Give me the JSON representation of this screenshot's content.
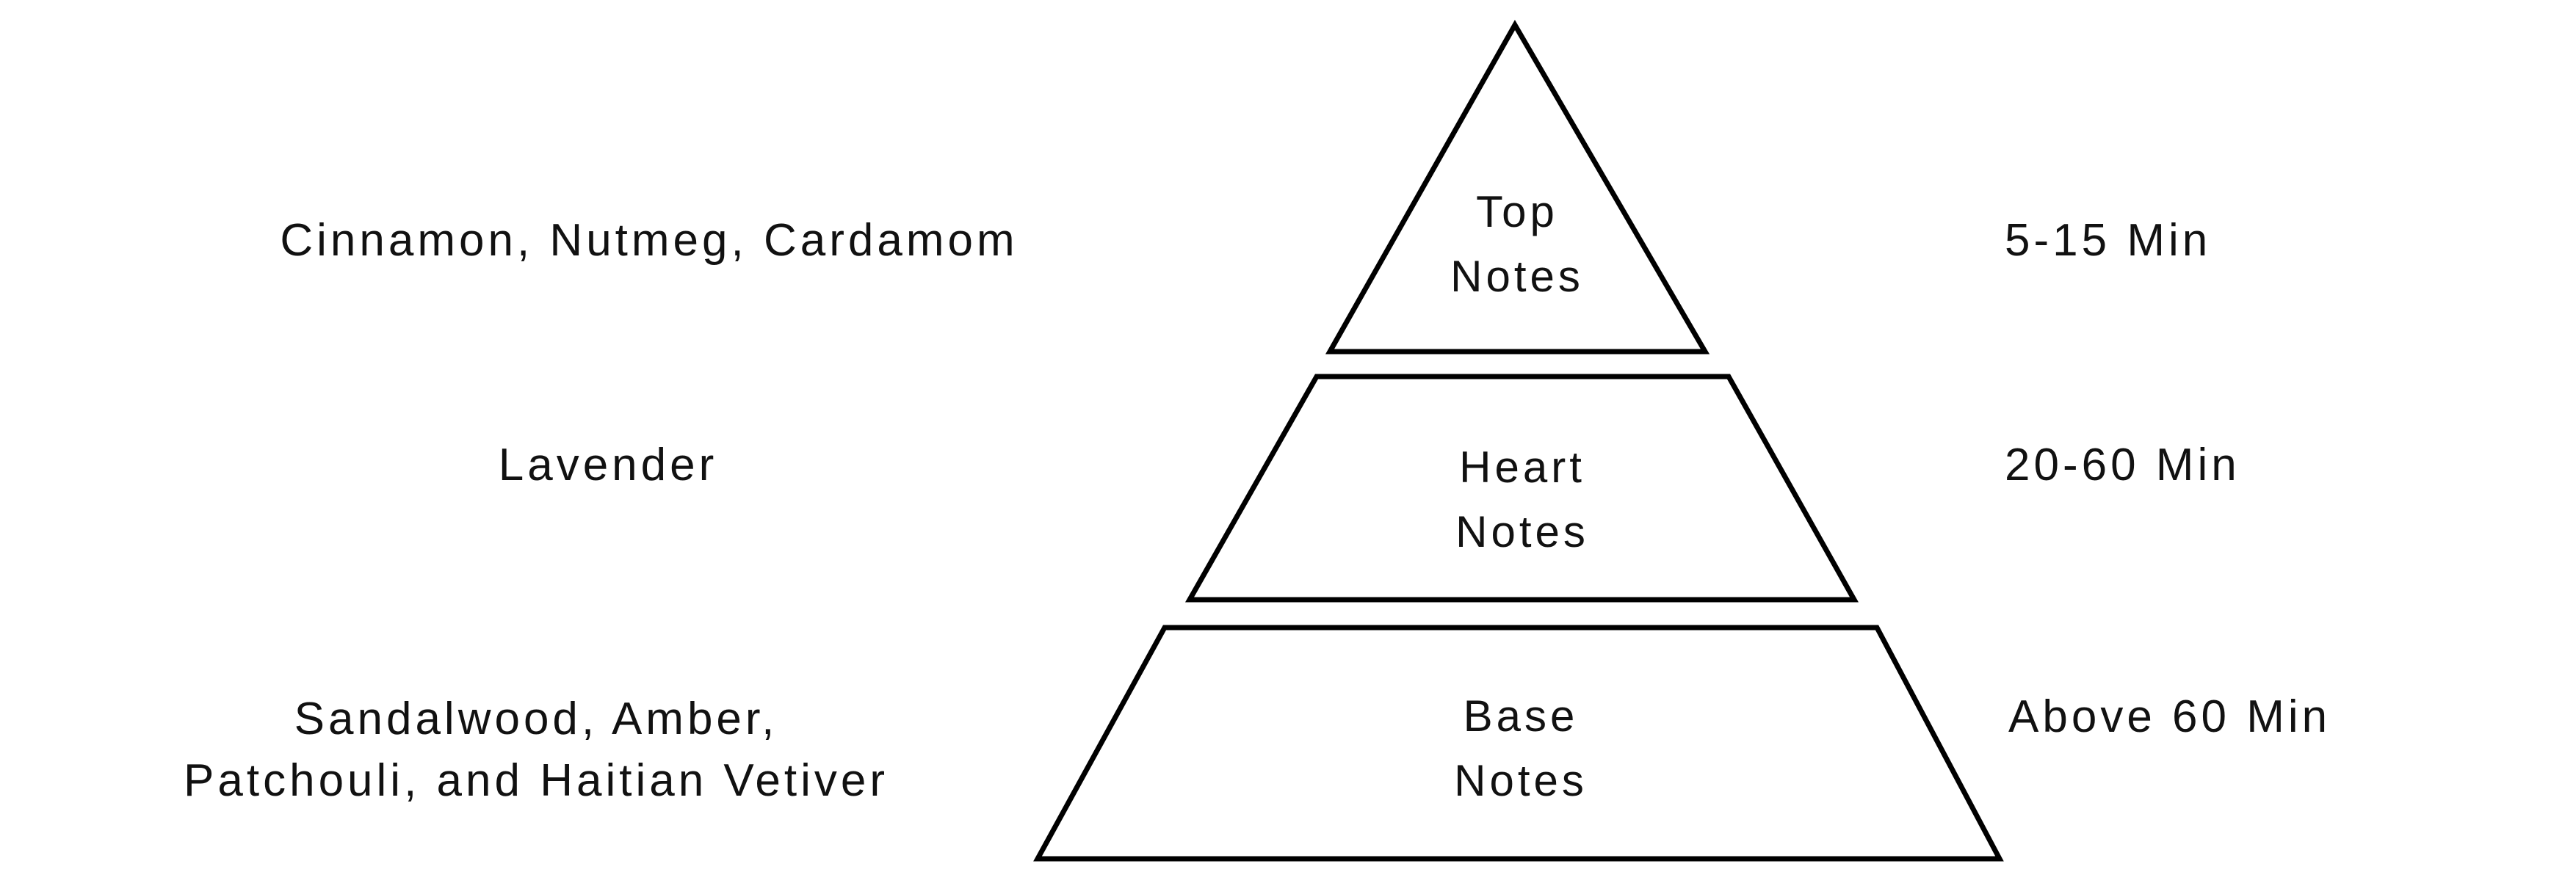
{
  "diagram": {
    "type": "fragrance-notes-pyramid",
    "background_color": "#ffffff",
    "line_color": "#000000",
    "text_color": "#111111",
    "tiers": [
      {
        "name_lines": [
          "Top",
          "Notes"
        ],
        "ingredient_lines": [
          "Cinnamon, Nutmeg, Cardamom"
        ],
        "duration": "5-15 Min"
      },
      {
        "name_lines": [
          "Heart",
          "Notes"
        ],
        "ingredient_lines": [
          "Lavender"
        ],
        "duration": "20-60 Min"
      },
      {
        "name_lines": [
          "Base",
          "Notes"
        ],
        "ingredient_lines": [
          "Sandalwood, Amber,",
          "Patchouli, and Haitian Vetiver"
        ],
        "duration": "Above 60 Min"
      }
    ]
  }
}
